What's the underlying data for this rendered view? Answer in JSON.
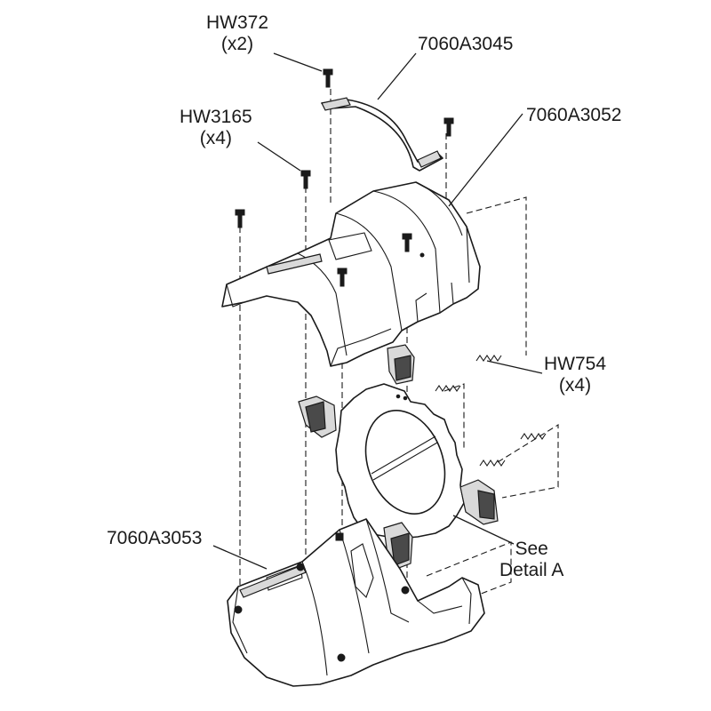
{
  "labels": {
    "hw372": {
      "part": "HW372",
      "qty": "(x2)"
    },
    "p7060a3045": {
      "part": "7060A3045"
    },
    "p7060a3052": {
      "part": "7060A3052"
    },
    "hw3165": {
      "part": "HW3165",
      "qty": "(x4)"
    },
    "hw754": {
      "part": "HW754",
      "qty": "(x4)"
    },
    "p7060a3053": {
      "part": "7060A3053"
    },
    "detail": {
      "line1": "See",
      "line2": "Detail A"
    }
  },
  "colors": {
    "ink": "#1a1a1a",
    "background": "#ffffff",
    "shade": "#d9d9d9"
  },
  "icons": [
    "screw-icon",
    "spring-icon",
    "clip-icon"
  ]
}
